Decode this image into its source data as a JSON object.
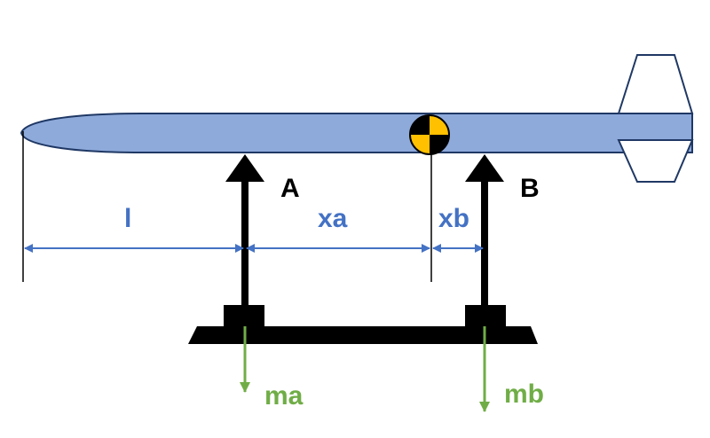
{
  "labels": {
    "length_l": "l",
    "length_xa": "xa",
    "length_xb": "xb",
    "support_a": "A",
    "support_b": "B",
    "mass_a": "ma",
    "mass_b": "mb"
  },
  "colors": {
    "body_fill": "#8EAADB",
    "outline": "#1F3864",
    "dimension": "#4472C4",
    "support": "#000000",
    "weight_arrow": "#70AD47",
    "cg_yellow": "#FFC000"
  },
  "icons": {
    "center_of_gravity": "cg-marker-icon"
  }
}
